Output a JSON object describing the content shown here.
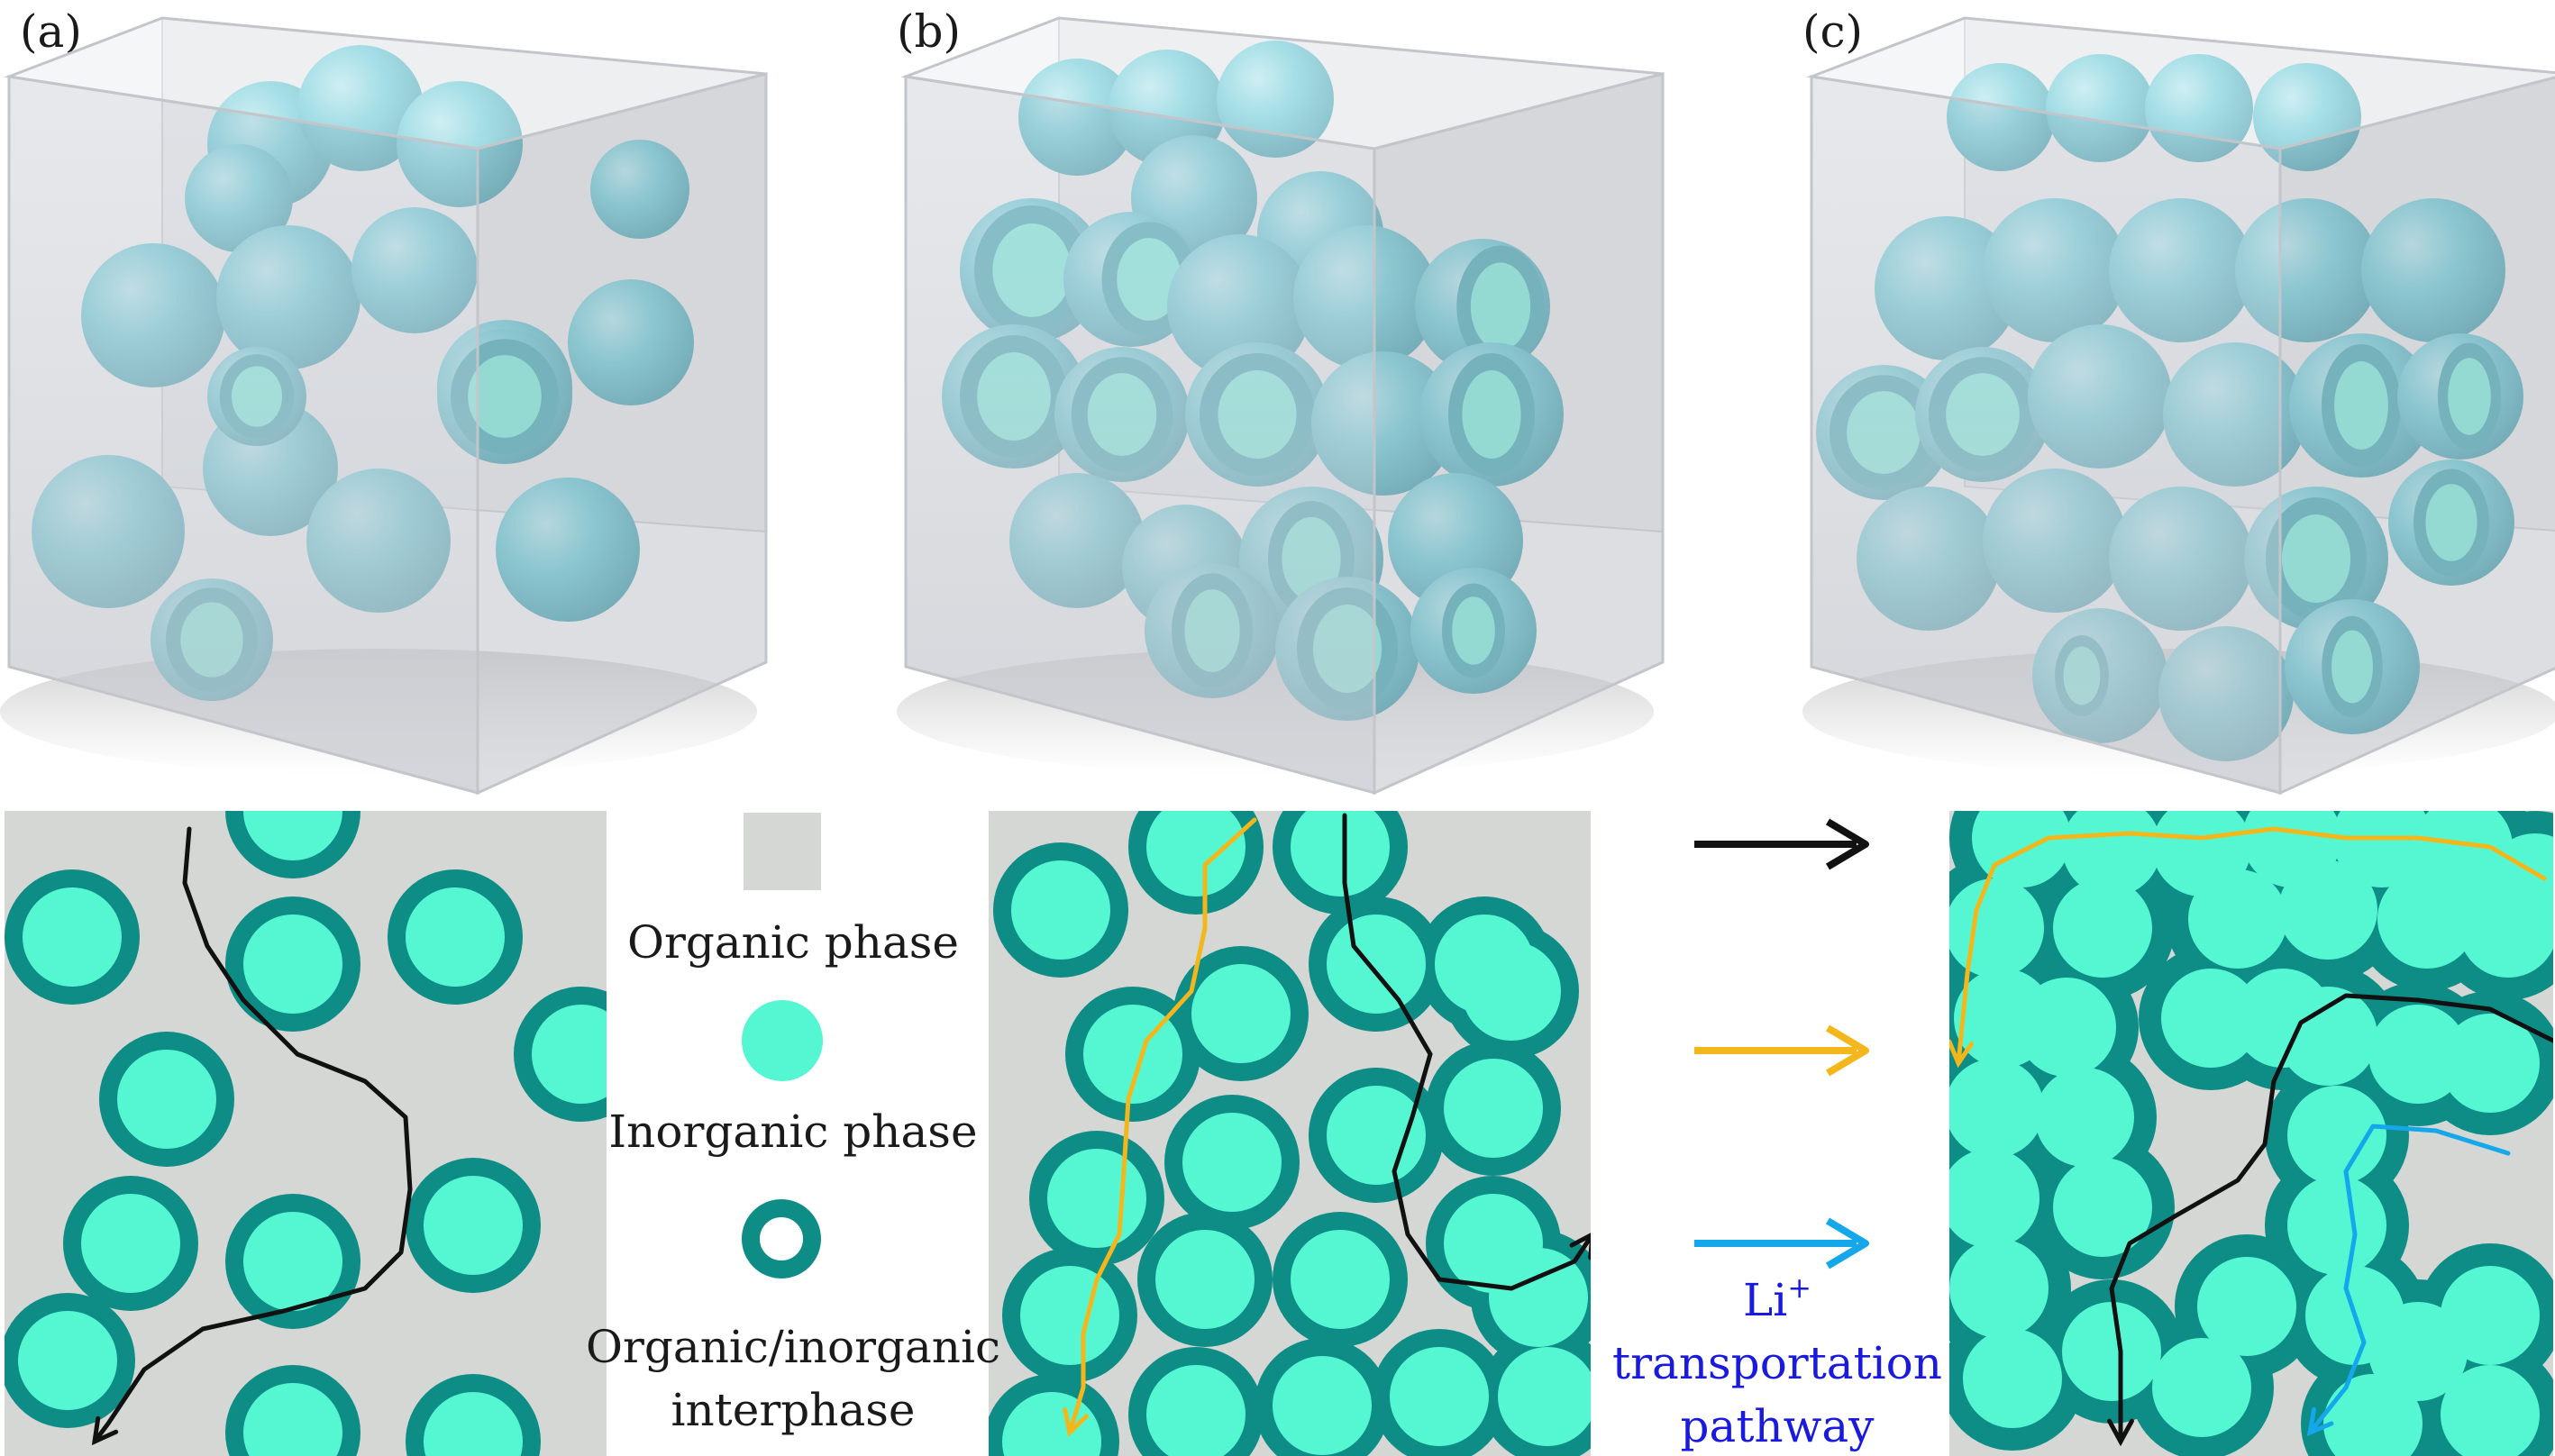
{
  "panel_labels": [
    "(a)",
    "(b)",
    "(c)"
  ],
  "legend": {
    "organic": "Organic phase",
    "inorganic": "Inorganic phase",
    "interphase_line1": "Organic/inorganic",
    "interphase_line2": "interphase",
    "li_symbol": "Li",
    "li_superscript": "+",
    "pathway_line1": "transportation",
    "pathway_line2": "pathway"
  },
  "colors": {
    "organic_phase": "#d4d7d3",
    "inorganic_phase": "#55f7d3",
    "interphase": "#0e8c86",
    "sphere": "#3cc4d4",
    "path_black": "#111111",
    "path_orange": "#f4b71b",
    "path_blue": "#14a8ea",
    "text_blue": "#1a1adf"
  }
}
